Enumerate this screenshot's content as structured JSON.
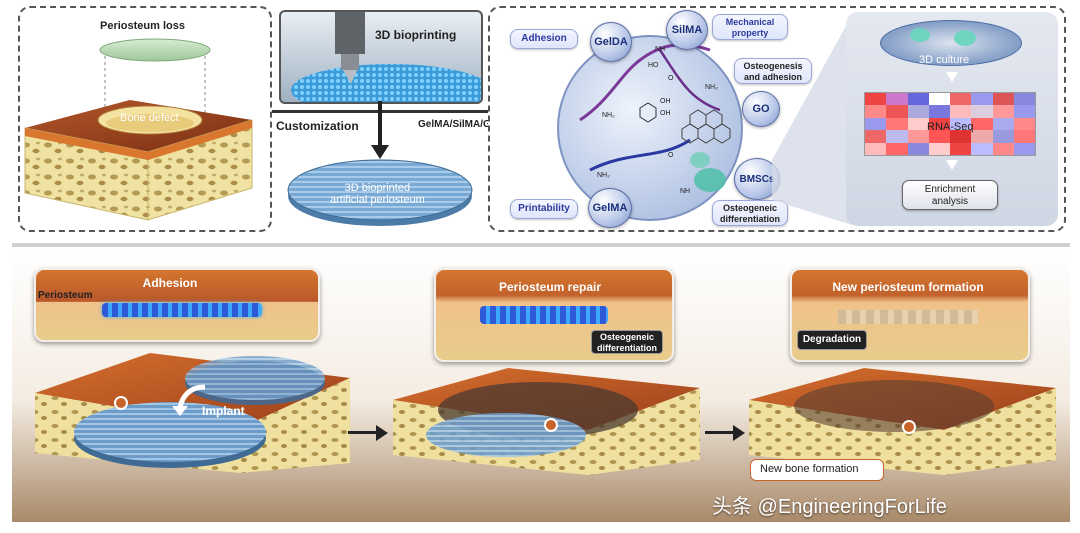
{
  "top": {
    "periosteum_loss": "Periosteum loss",
    "bone_defect": "Bone defect",
    "bioprinting": "3D bioprinting",
    "customization": "Customization",
    "bioink": "GelMA/SilMA/GelDA/GO composite bioink",
    "artificial_periosteum_line1": "3D bioprinted",
    "artificial_periosteum_line2": "artificial periosteum"
  },
  "network": {
    "adhesion": "Adhesion",
    "printability": "Printability",
    "mechanical_line1": "Mechanical",
    "mechanical_line2": "property",
    "osteo_adhesion_line1": "Osteogenesis",
    "osteo_adhesion_line2": "and adhesion",
    "osteo_diff_line1": "Osteogeneic",
    "osteo_diff_line2": "differentiation",
    "geldaa": "GelDA",
    "silma": "SilMA",
    "gelma": "GelMA",
    "go": "GO",
    "bmscs": "BMSCs",
    "oh1": "OH",
    "oh2": "OH",
    "nh2_a": "NH₂",
    "nh2_b": "NH₂",
    "nh2_c": "NH₂",
    "nh_a": "NH",
    "nh_b": "NH",
    "ho": "HO",
    "o_a": "O",
    "o_b": "O"
  },
  "analysis": {
    "culture": "3D culture",
    "rnaseq": "RNA-Seq",
    "enrichment_line1": "Enrichment",
    "enrichment_line2": "analysis"
  },
  "bottom": {
    "adhesion": "Adhesion",
    "periosteum": "Periosteum",
    "implant": "Implant",
    "repair": "Periosteum repair",
    "osteo_diff_line1": "Osteogeneic",
    "osteo_diff_line2": "differentiation",
    "new_periosteum": "New periosteum formation",
    "degradation": "Degradation",
    "new_bone": "New bone formation"
  },
  "watermark": "头条 @EngineeringForLife",
  "colors": {
    "bone": "#e8d48a",
    "periosteum": "#c8642a",
    "scaffold": "#6f9ccc",
    "panel_bg": "#b8542a",
    "accent": "#2b3aa0"
  }
}
